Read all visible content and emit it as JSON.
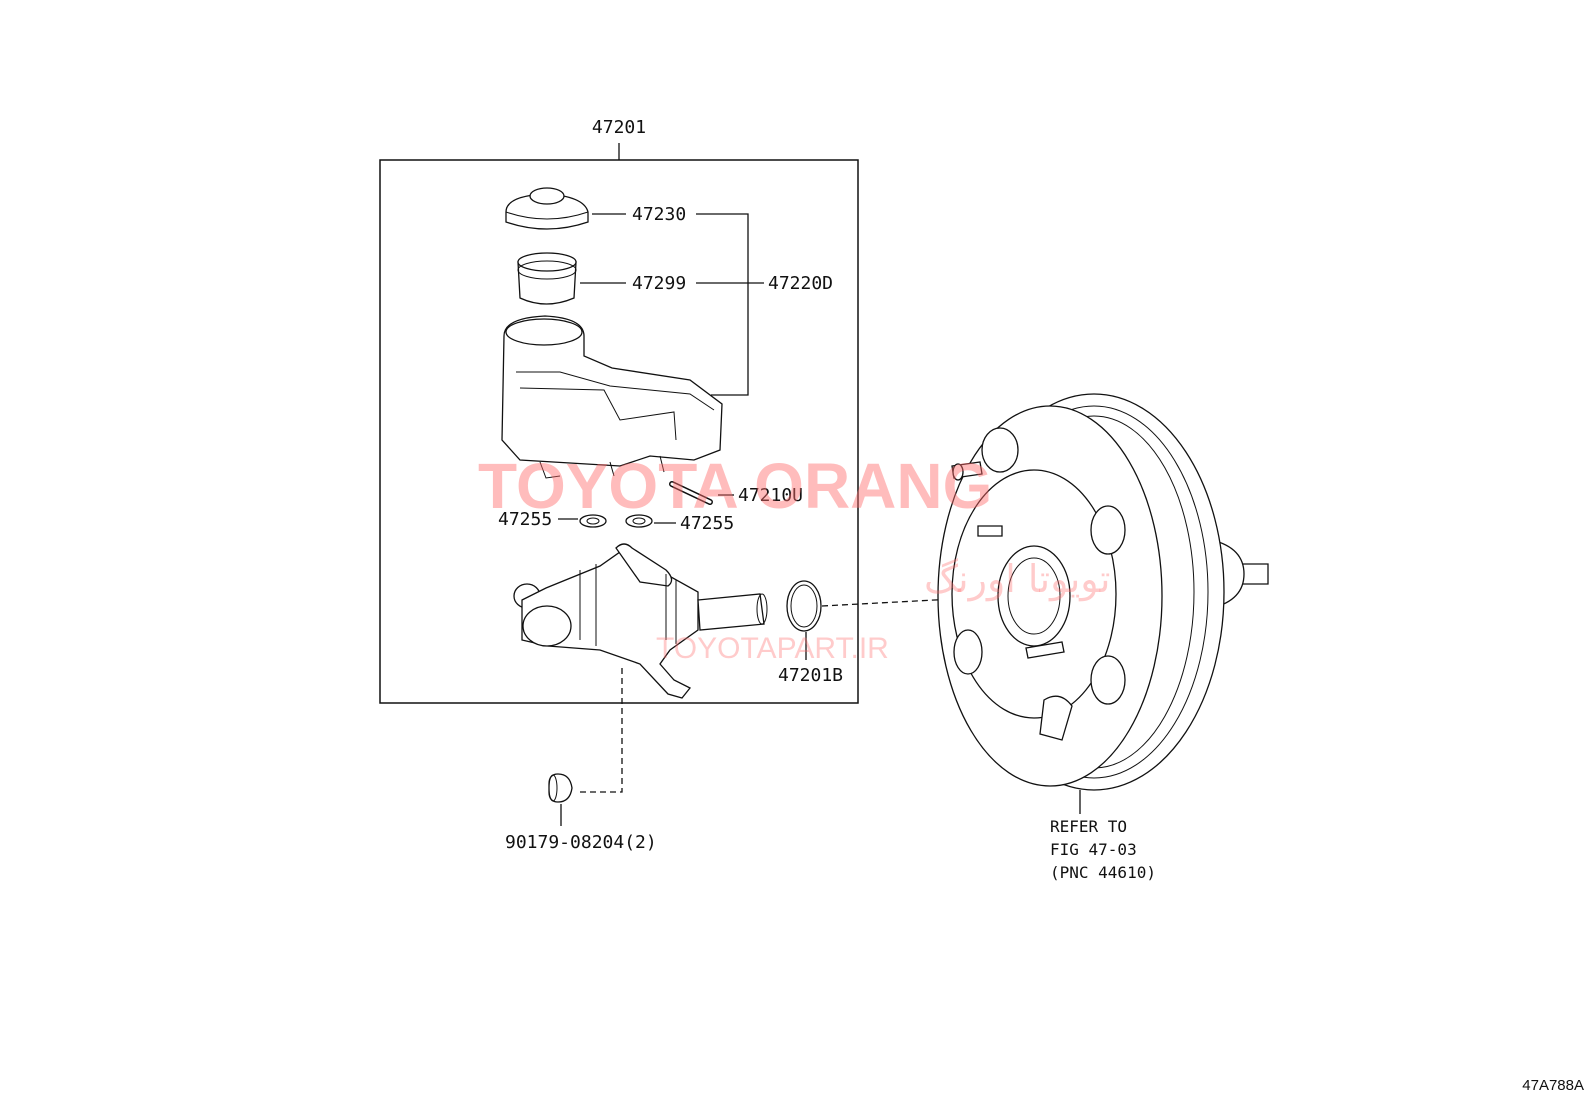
{
  "labels": {
    "assembly": "47201",
    "cap": "47230",
    "strainer": "47299",
    "reservoir_set": "47220D",
    "pin": "47210U",
    "grommet_left": "47255",
    "grommet_right": "47255",
    "o_ring": "47201B",
    "nut": "90179-08204(2)",
    "booster_ref_line1": "REFER TO",
    "booster_ref_line2": "FIG 47-03",
    "booster_ref_line3": "(PNC 44610)"
  },
  "figure_code": "47A788A",
  "watermark": {
    "brand": "TOYOTA ORANG",
    "persian": "تویوتا اورنگ",
    "url": "TOYOTAPART.IR"
  }
}
